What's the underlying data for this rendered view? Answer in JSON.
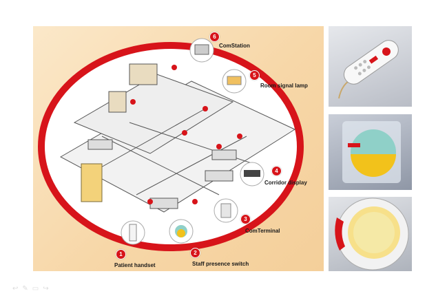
{
  "labels": [
    {
      "number": "1",
      "text": "Patient handset"
    },
    {
      "number": "2",
      "text": "Staff presence switch"
    },
    {
      "number": "3",
      "text": "ComTerminal"
    },
    {
      "number": "4",
      "text": "Corridor display"
    },
    {
      "number": "5",
      "text": "Room signal lamp"
    },
    {
      "number": "6",
      "text": "ComStation"
    }
  ],
  "colors": {
    "panel_background": "#f7d7a8",
    "ellipse_ring": "#d7141a",
    "badge": "#d7141a",
    "label_text": "#1a1a1a"
  },
  "toolbar_icons": [
    "back-arrow-icon",
    "pen-icon",
    "square-icon",
    "forward-arrow-icon"
  ]
}
